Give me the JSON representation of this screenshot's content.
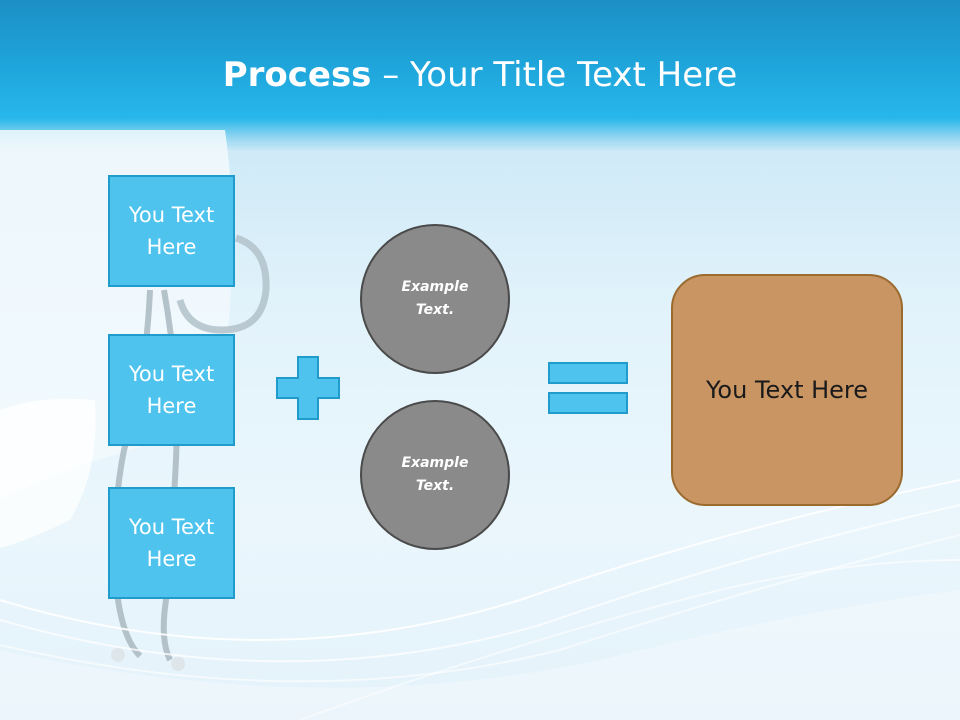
{
  "title": {
    "bold": "Process",
    "rest": " – Your Title Text Here"
  },
  "left_boxes": [
    {
      "label": "You Text Here"
    },
    {
      "label": "You Text Here"
    },
    {
      "label": "You Text Here"
    }
  ],
  "circles": [
    {
      "label": "Example Text."
    },
    {
      "label": "Example Text."
    }
  ],
  "result": {
    "label": "You Text Here"
  },
  "icons": {
    "plus": "plus-icon",
    "equals": "equals-icon"
  },
  "colors": {
    "header": "#1ea3d9",
    "box_fill": "#4dc3ee",
    "box_border": "#1f9ccc",
    "circle_fill": "#8a8a8a",
    "circle_border": "#4a4a4a",
    "result_fill": "#c99563",
    "result_border": "#9a6a2e"
  }
}
